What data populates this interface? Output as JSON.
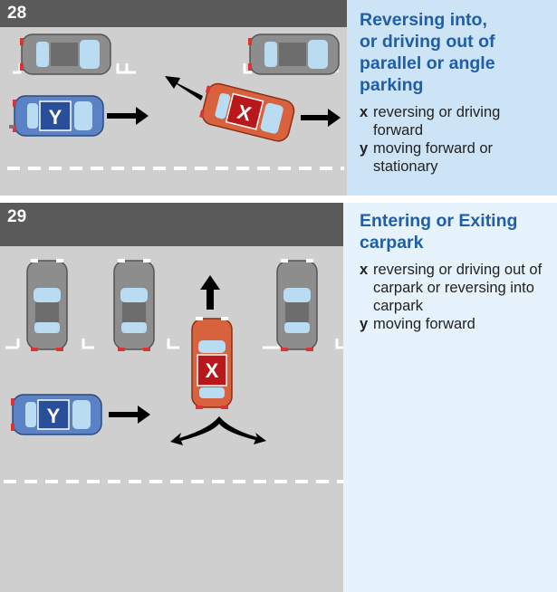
{
  "panel28": {
    "number": "28",
    "title_lines": [
      "Reversing into,",
      "or driving out of",
      "parallel or angle",
      "parking"
    ],
    "legend": [
      {
        "key": "x",
        "text": "reversing or driving forward"
      },
      {
        "key": "y",
        "text": "moving forward or stationary"
      }
    ],
    "car_x_label": "X",
    "car_y_label": "Y"
  },
  "panel29": {
    "number": "29",
    "title_lines": [
      "Entering or Exiting",
      "carpark"
    ],
    "legend": [
      {
        "key": "x",
        "text": "reversing or driving out of carpark or reversing into carpark"
      },
      {
        "key": "y",
        "text": "moving forward"
      }
    ],
    "car_x_label": "X",
    "car_y_label": "Y"
  },
  "colors": {
    "title": "#1f5ea8",
    "car_x": "#d9623e",
    "car_y": "#5b82c4",
    "parked_car": "#8d8d8d",
    "road": "#cfcfcf",
    "header_bar": "#5a5a5a"
  }
}
